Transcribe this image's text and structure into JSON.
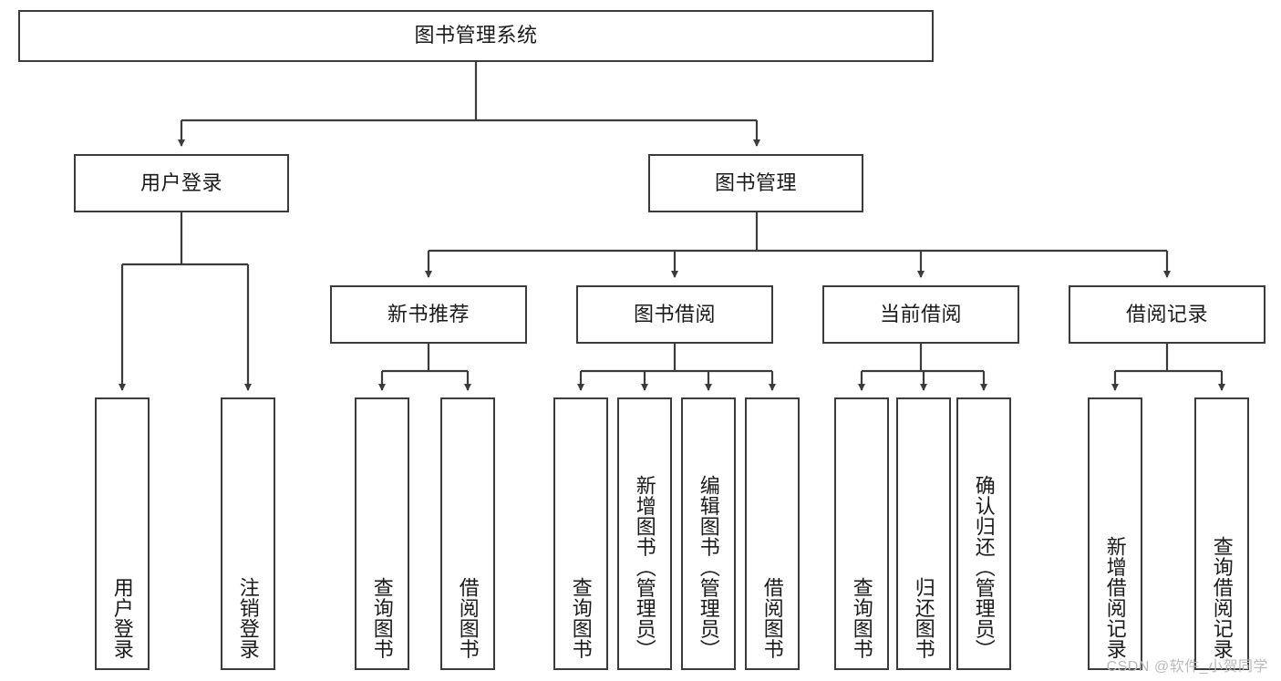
{
  "diagram": {
    "title": "图书管理系统",
    "type": "tree",
    "watermark": "CSDN @软件_小贺同学",
    "colors": {
      "node_border": "#3b3b3b",
      "node_fill": "#ffffff",
      "edge": "#3b3b3b",
      "text": "#1a1a1a",
      "watermark": "#b9b9b9"
    },
    "root": {
      "label": "图书管理系统"
    },
    "level2": [
      {
        "label": "用户登录"
      },
      {
        "label": "图书管理"
      }
    ],
    "level3": [
      {
        "label": "新书推荐"
      },
      {
        "label": "图书借阅"
      },
      {
        "label": "当前借阅"
      },
      {
        "label": "借阅记录"
      }
    ],
    "leaves": {
      "user_login": [
        {
          "label": "用户登录"
        },
        {
          "label": "注销登录"
        }
      ],
      "new_book_recommend": [
        {
          "label": "查询图书"
        },
        {
          "label": "借阅图书"
        }
      ],
      "book_borrow": [
        {
          "label": "查询图书"
        },
        {
          "label": "新增图书（管理员）"
        },
        {
          "label": "编辑图书（管理员）"
        },
        {
          "label": "借阅图书"
        }
      ],
      "current_borrow": [
        {
          "label": "查询图书"
        },
        {
          "label": "归还图书"
        },
        {
          "label": "确认归还（管理员）"
        }
      ],
      "borrow_record": [
        {
          "label": "新增借阅记录"
        },
        {
          "label": "查询借阅记录"
        }
      ]
    }
  }
}
